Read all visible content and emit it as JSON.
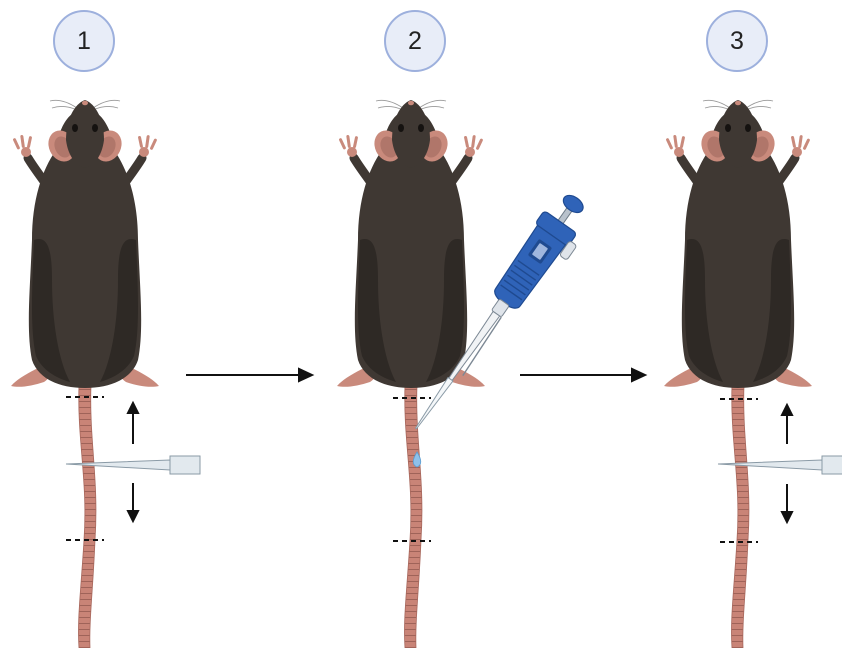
{
  "steps": [
    {
      "number": "1",
      "actions": [
        "tail-mark-upper",
        "tail-mark-lower",
        "pipette-tip",
        "arrow-up",
        "arrow-down"
      ]
    },
    {
      "number": "2",
      "actions": [
        "tail-mark-upper",
        "tail-mark-lower",
        "micropipette",
        "droplet"
      ]
    },
    {
      "number": "3",
      "actions": [
        "tail-mark-upper",
        "tail-mark-lower",
        "pipette-tip",
        "arrow-up",
        "arrow-down"
      ]
    }
  ],
  "icons": [
    "mouse-icon",
    "pipette-tip-icon",
    "micropipette-icon",
    "droplet-icon",
    "arrow-right-icon",
    "arrow-up-icon",
    "arrow-down-icon"
  ],
  "colors": {
    "step_circle_fill": "#e8edf8",
    "step_circle_border": "#9db0dd",
    "mouse_body": "#3f3833",
    "mouse_shade": "#2e2925",
    "ears_paws": "#c98a7c",
    "tail": "#c98477",
    "pipette_blue": "#2f63b8",
    "pipette_dark": "#1f4a90",
    "arrow": "#111111"
  }
}
